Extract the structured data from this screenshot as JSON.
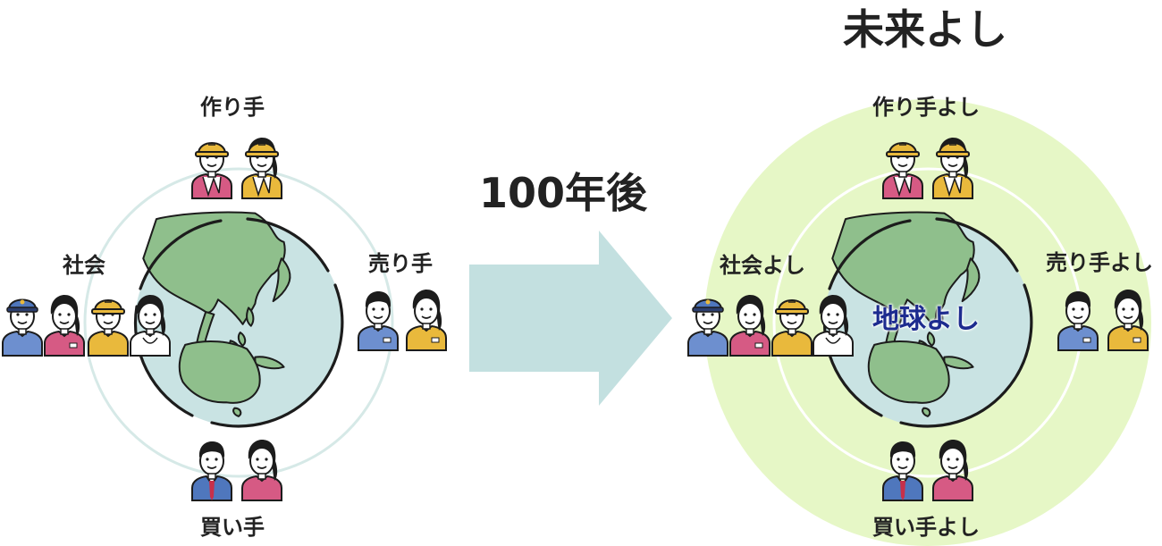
{
  "title": "未来よし",
  "arrow_label": "100年後",
  "earth_label": "地球よし",
  "colors": {
    "ocean": "#c9e3e3",
    "land": "#8fbf8c",
    "halo": "#e6f7c6",
    "ring": "#d6e9e7",
    "arrow": "#c3e0e0",
    "earth_text": "#1d2b8f",
    "shirt_pink": "#d65a84",
    "shirt_yellow": "#e9b93c",
    "shirt_blue": "#6d8fcf",
    "suit_blue": "#4f77bd"
  },
  "left": {
    "maker": "作り手",
    "seller": "売り手",
    "buyer": "買い手",
    "society": "社会"
  },
  "right": {
    "maker": "作り手よし",
    "seller": "売り手よし",
    "buyer": "買い手よし",
    "society": "社会よし"
  }
}
